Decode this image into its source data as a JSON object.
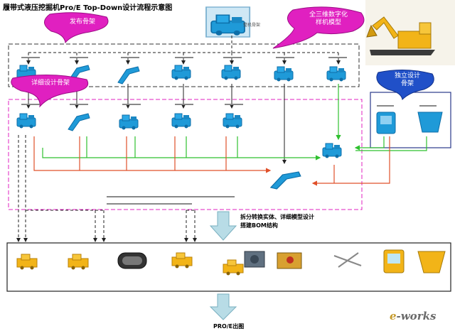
{
  "title": "履带式液压挖掘机Pro/E Top-Down设计流程示意图",
  "callouts": {
    "release_skeleton": "发布骨架",
    "detail_skeleton": "详细设计骨架",
    "full_3d_model": "全三维数字化\n样机模型",
    "independent_skeleton": "独立设计\n骨架"
  },
  "skeleton_label": "整机骨架",
  "process_text": {
    "line1": "拆分转换实体、详细模型设计",
    "line2": "搭建BOM结构"
  },
  "output_label": "PRO/E出图",
  "watermark": {
    "text": "e-works",
    "brand": "e",
    "rest": "-works"
  },
  "colors": {
    "part_blue": "#1f9ad8",
    "part_blue_dark": "#0d6ea8",
    "callout_fill": "#e020c0",
    "callout_blue": "#2050c8",
    "arrow_green": "#2fc02f",
    "arrow_red": "#e0502a",
    "big_arrow": "#b8dce6",
    "pink_dash": "#e020c0",
    "yellow_part": "#f2b418"
  }
}
